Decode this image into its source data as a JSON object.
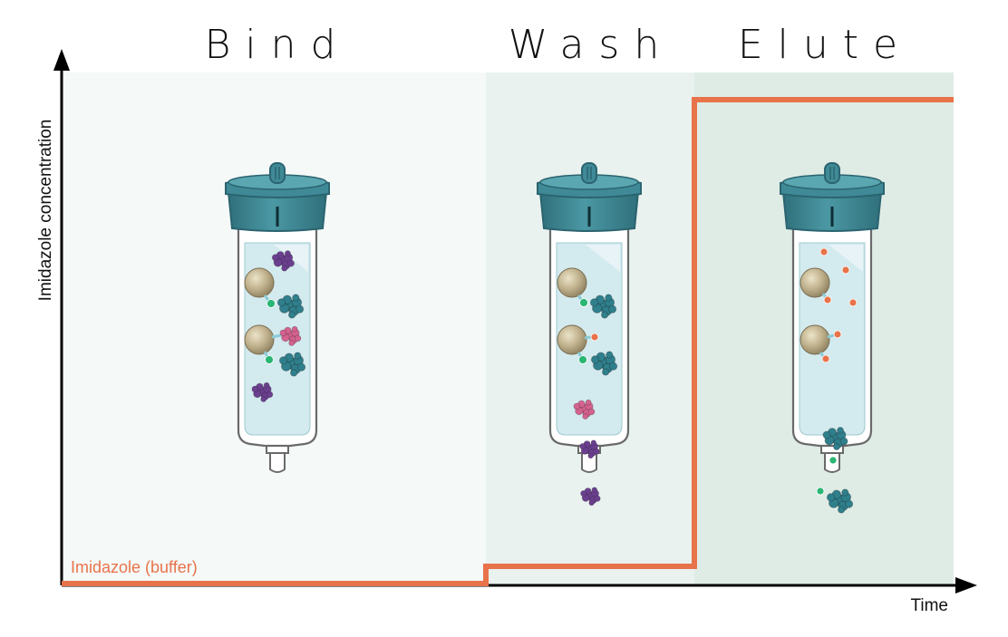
{
  "phases": [
    {
      "title": "Bind",
      "bg": "#f5f9f8"
    },
    {
      "title": "Wash",
      "bg": "#e9f2ee"
    },
    {
      "title": "Elute",
      "bg": "#dfece5"
    }
  ],
  "axes": {
    "y_label": "Imidazole concentration",
    "x_label": "Time"
  },
  "buffer_label": "Imidazole (buffer)",
  "colors": {
    "imidazole_line": "#e8734a",
    "column_cap": "#3f8a96",
    "column_cap_dark": "#2b6470",
    "resin_fill": "#d3eaee",
    "bead": "#bfb08c",
    "his_tag": "#2bb673",
    "target_protein": "#2f7f8c",
    "contaminant_purple": "#6b3f8f",
    "contaminant_pink": "#d4628f",
    "imidazole_dot": "#e8734a"
  }
}
